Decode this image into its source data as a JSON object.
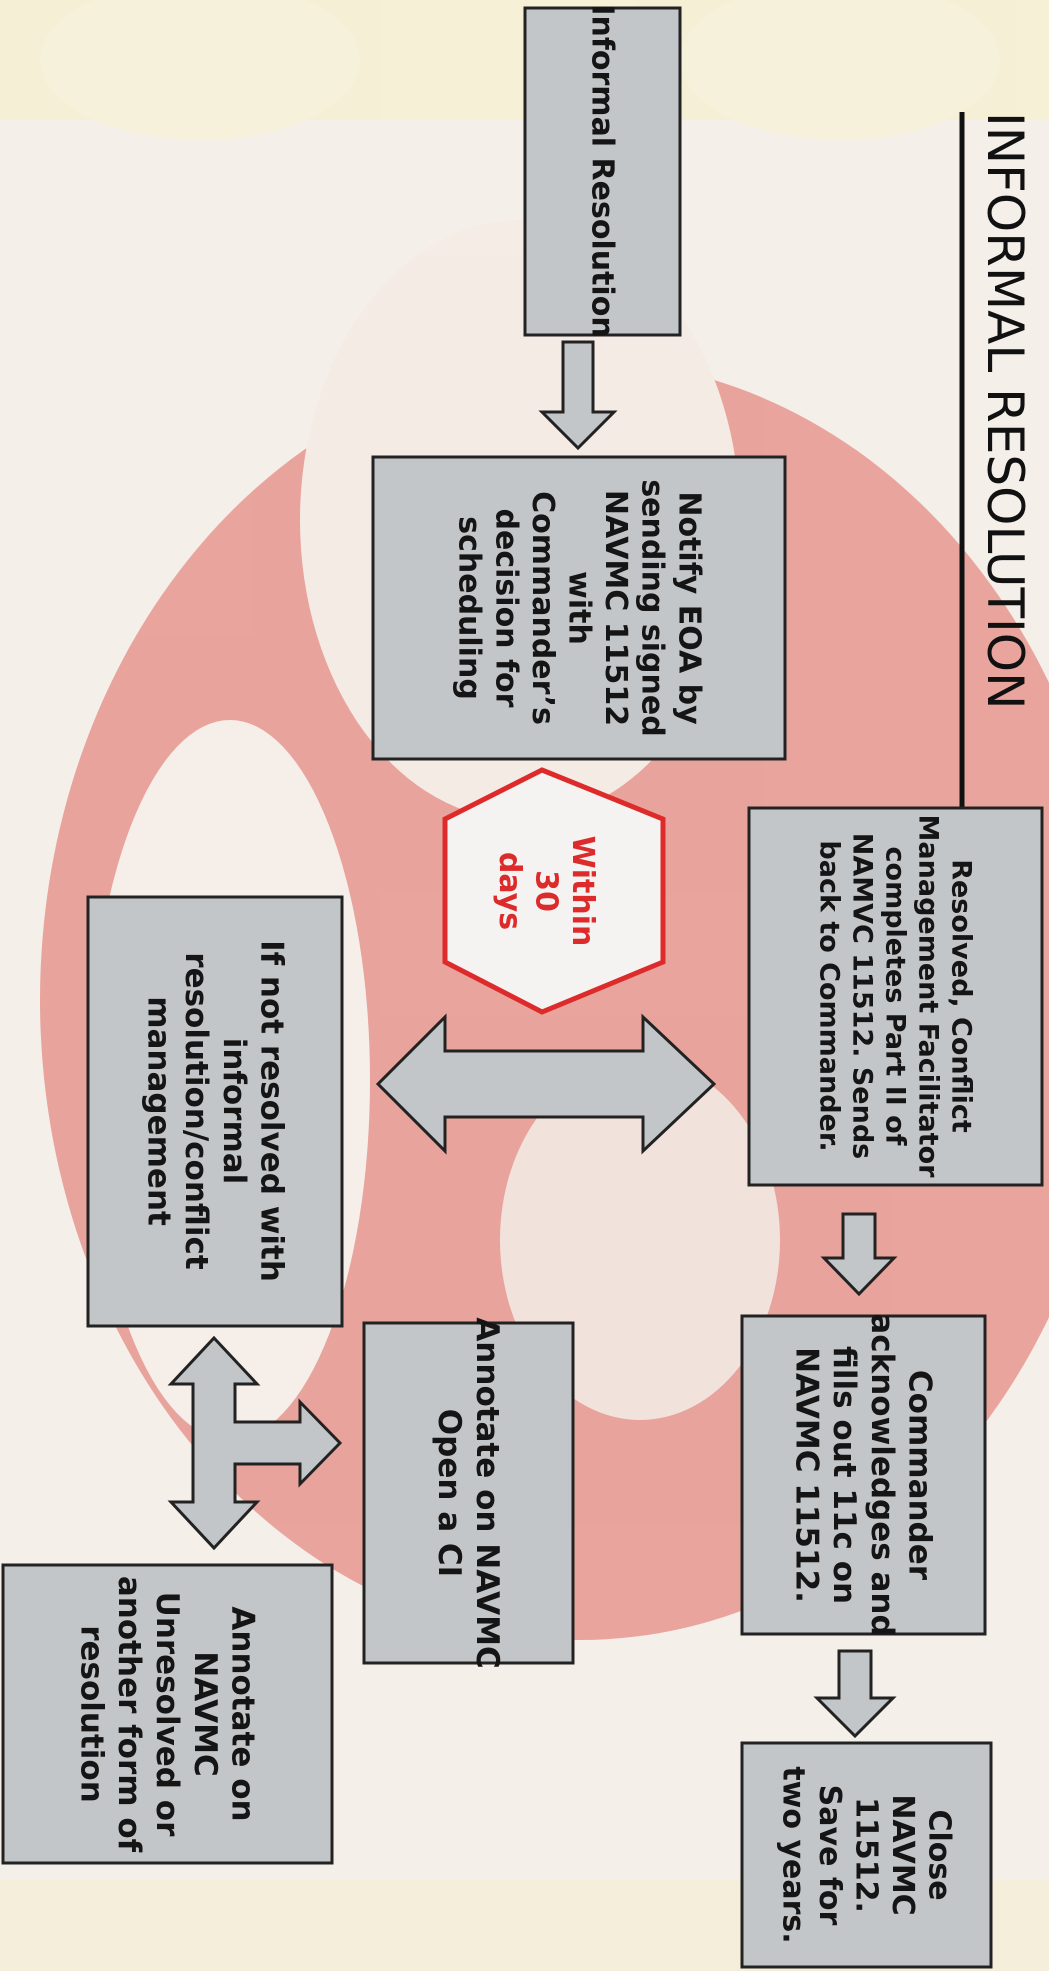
{
  "title": "INFORMAL RESOLUTION",
  "colors": {
    "box_fill": "#c3c6c8",
    "box_border": "#222222",
    "hexagon_stroke": "#dd2b2b",
    "hexagon_text": "#dd2b2b",
    "background": "#f4efe9",
    "emblem_red": "#e0685f"
  },
  "nodes": {
    "informal_resolution": {
      "lines": [
        "Informal Resolution"
      ]
    },
    "notify_eoa": {
      "lines": [
        "Notify EOA by",
        "sending signed",
        "NAVMC 11512",
        "with",
        "Commander’s",
        "decision for",
        "scheduling"
      ]
    },
    "within_30_days": {
      "lines": [
        "Within",
        "30",
        "days"
      ]
    },
    "resolved_conflict": {
      "lines": [
        "Resolved, Conflict",
        "Management Facilitator",
        "completes  Part II of",
        "NAMVC 11512. Sends",
        "back to Commander."
      ]
    },
    "commander_ack": {
      "lines": [
        "Commander",
        "acknowledges and",
        "fills out 11c on",
        "NAVMC 11512."
      ]
    },
    "close_navmc": {
      "lines": [
        "Close",
        "NAVMC",
        "11512.",
        "Save for",
        "two years."
      ]
    },
    "not_resolved": {
      "lines": [
        "If not resolved with",
        "informal",
        "resolution/conflict",
        "management"
      ]
    },
    "open_ci": {
      "lines": [
        "Annotate on NAVMC",
        "Open a CI"
      ]
    },
    "unresolved": {
      "lines": [
        "Annotate on",
        "NAVMC",
        "Unresolved or",
        "another form of",
        "resolution"
      ]
    }
  }
}
